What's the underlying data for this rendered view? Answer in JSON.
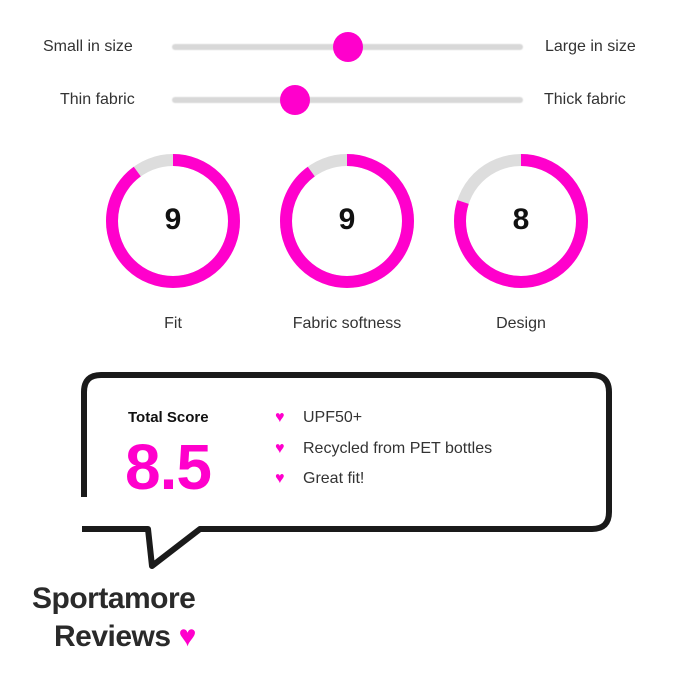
{
  "accent_color": "#ff00cc",
  "sliders": [
    {
      "left_label": "Small in size",
      "right_label": "Large in size",
      "value_fraction": 0.5
    },
    {
      "left_label": "Thin fabric",
      "right_label": "Thick fabric",
      "value_fraction": 0.35
    }
  ],
  "ratings": [
    {
      "label": "Fit",
      "score": "9",
      "max": 10
    },
    {
      "label": "Fabric softness",
      "score": "9",
      "max": 10
    },
    {
      "label": "Design",
      "score": "8",
      "max": 10
    }
  ],
  "summary": {
    "total_label": "Total Score",
    "total_value": "8.5",
    "highlights": [
      "UPF50+",
      "Recycled from PET bottles",
      "Great fit!"
    ],
    "bullet_icon": "heart-icon"
  },
  "logo": {
    "line1": "Sportamore",
    "line2": "Reviews",
    "icon": "heart-icon"
  }
}
